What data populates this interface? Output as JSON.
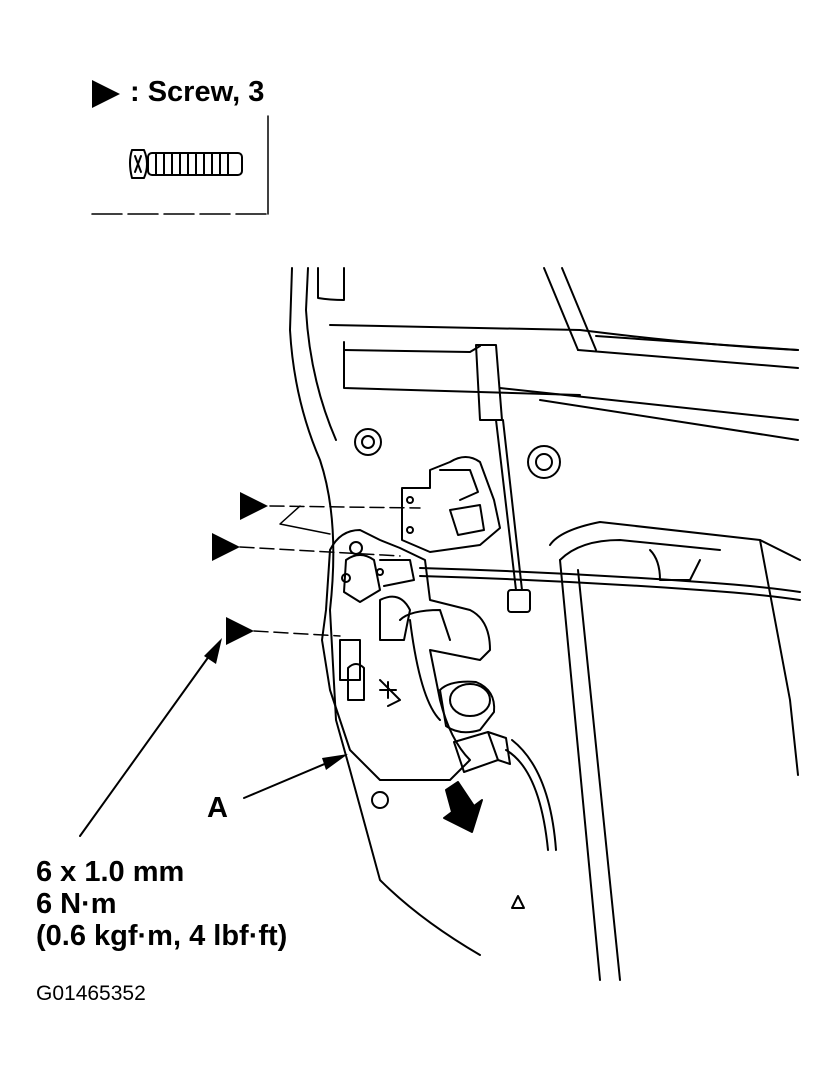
{
  "legend": {
    "icon": "triangle-pointer-icon",
    "text": ": Screw, 3"
  },
  "callout": {
    "label": "A"
  },
  "spec": {
    "size": "6 x 1.0 mm",
    "torque": "6 N·m",
    "alt_torque": "(0.6 kgf·m, 4 lbf·ft)"
  },
  "figure_id": "G01465352",
  "colors": {
    "line": "#000000",
    "background": "#ffffff"
  }
}
